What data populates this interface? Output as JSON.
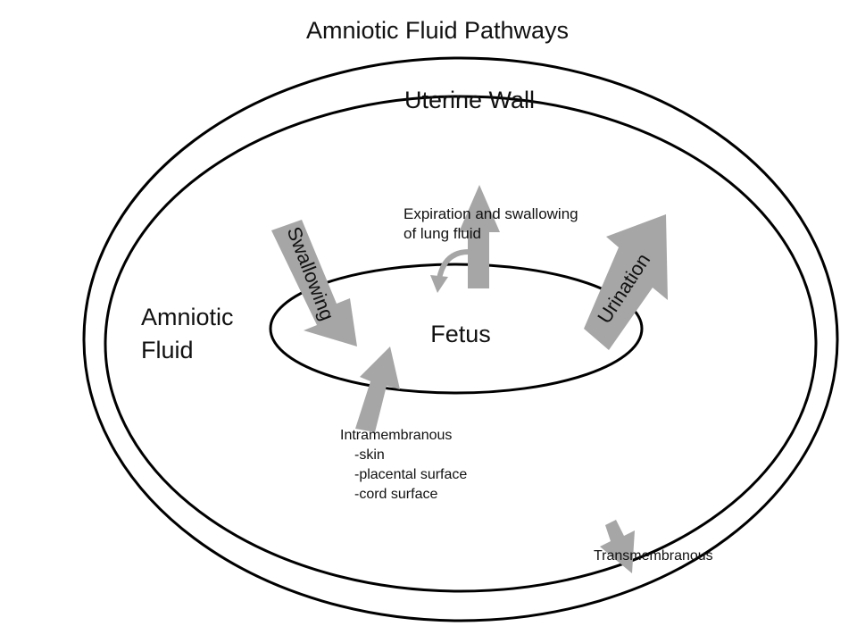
{
  "title": "Amniotic Fluid Pathways",
  "regions": {
    "uterine_wall": "Uterine Wall",
    "amniotic_fluid": [
      "Amniotic",
      "Fluid"
    ],
    "fetus": "Fetus"
  },
  "pathways": {
    "swallowing": "Swallowing",
    "urination": "Urination",
    "lung_fluid": [
      "Expiration and swallowing",
      "of lung fluid"
    ],
    "intramembranous": {
      "heading": "Intramembranous",
      "items": [
        "-skin",
        "-placental surface",
        "-cord surface"
      ]
    },
    "transmembranous": "Transmembranous"
  },
  "colors": {
    "arrow": "#a6a6a6",
    "outline": "#000000",
    "background": "#ffffff"
  }
}
